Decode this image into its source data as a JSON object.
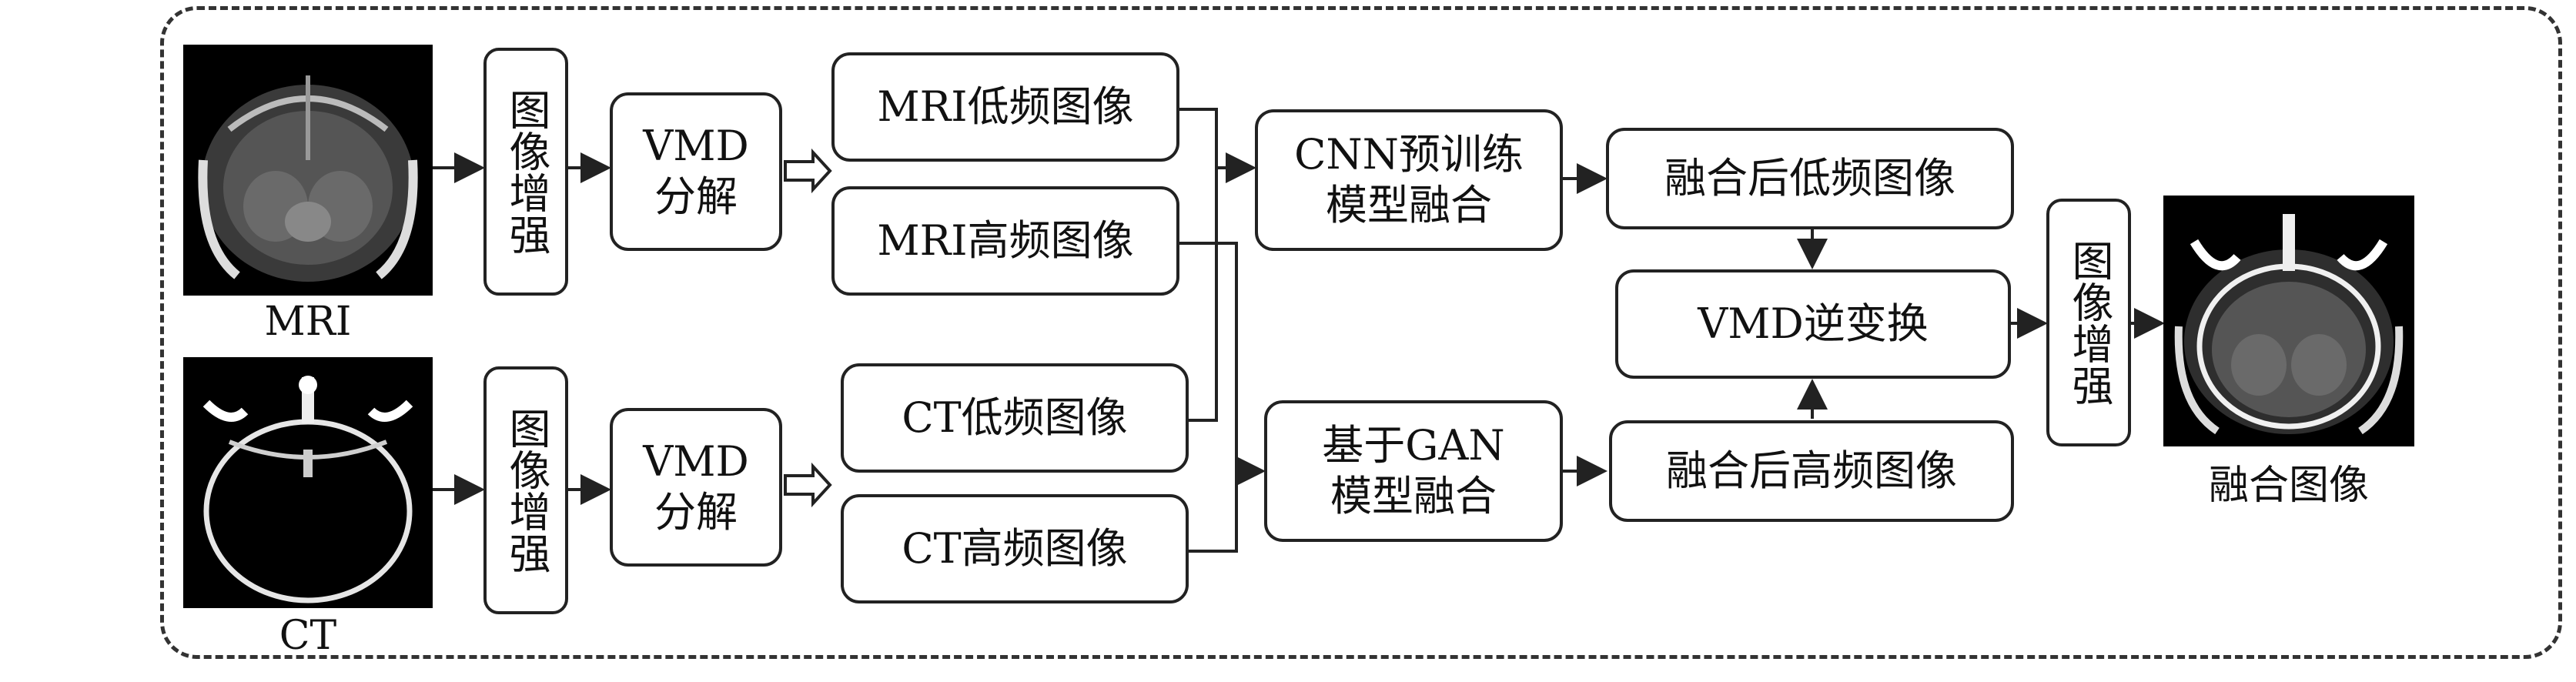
{
  "inputs": {
    "mri_label": "MRI",
    "ct_label": "CT"
  },
  "enhance": {
    "label": "图像增强"
  },
  "vmd": {
    "label": "VMD\n分解"
  },
  "components": {
    "mri_low": "MRI低频图像",
    "mri_high": "MRI高频图像",
    "ct_low": "CT低频图像",
    "ct_high": "CT高频图像"
  },
  "models": {
    "cnn": "CNN预训练\n模型融合",
    "gan": "基于GAN\n模型融合"
  },
  "fused": {
    "low": "融合后低频图像",
    "high": "融合后高频图像",
    "inverse": "VMD逆变换"
  },
  "output": {
    "enhance": "图像增强",
    "label": "融合图像"
  },
  "colors": {
    "border": "#222222",
    "image_bg": "#000000"
  }
}
